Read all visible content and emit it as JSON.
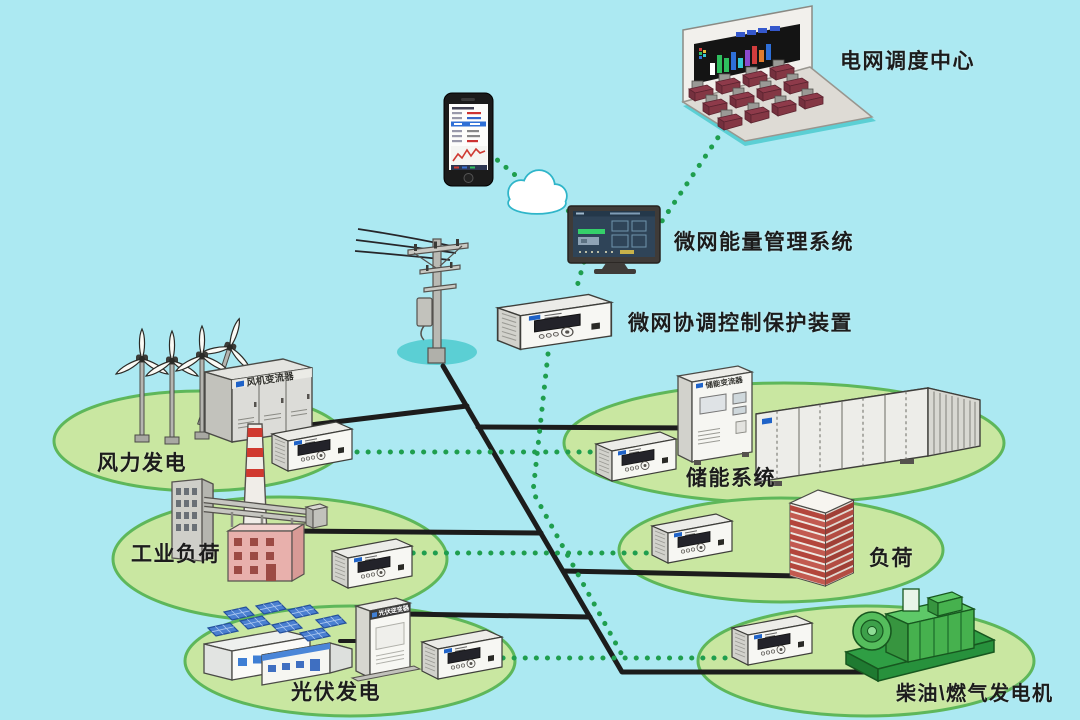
{
  "scene": {
    "background_color": "#ace9f2",
    "platform_fill": "#c9e7a1",
    "platform_stroke": "#5eb75a",
    "power_line_color": "#1c1c1c",
    "comm_line_color": "#1f9e4e",
    "shadow_teal": "#5bcfd4",
    "brand_logo_color": "#1f63c8"
  },
  "labels": {
    "dispatch_center": "电网调度中心",
    "ems": "微网能量管理系统",
    "protection_device": "微网协调控制保护装置",
    "wind": "风力发电",
    "industrial_load": "工业负荷",
    "pv": "光伏发电",
    "storage": "储能系统",
    "load": "负荷",
    "diesel": "柴油\\燃气发电机"
  },
  "equipment_labels": {
    "wind_converter": "风机变流器",
    "storage_converter": "储能变流器",
    "pv_inverter": "光伏逆变器"
  }
}
